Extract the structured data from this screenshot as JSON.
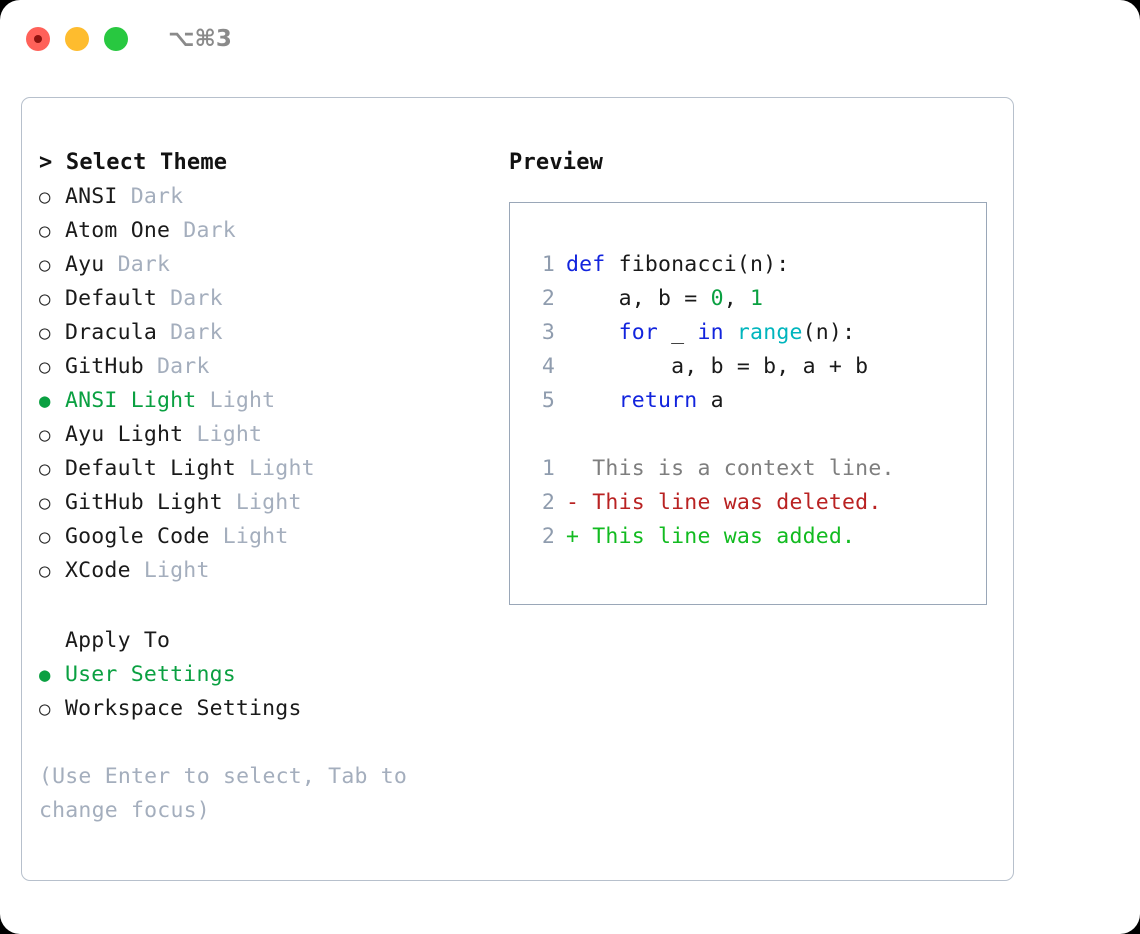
{
  "titlebar": {
    "shortcut": "⌥⌘3",
    "lights": [
      {
        "name": "close",
        "color": "#ff6159"
      },
      {
        "name": "minimize",
        "color": "#febc2e"
      },
      {
        "name": "zoom",
        "color": "#28c840"
      }
    ]
  },
  "theme_panel": {
    "heading": "> Select Theme",
    "items": [
      {
        "marker": "○",
        "name": "ANSI",
        "variant": " Dark",
        "selected": false
      },
      {
        "marker": "○",
        "name": "Atom One",
        "variant": " Dark",
        "selected": false
      },
      {
        "marker": "○",
        "name": "Ayu",
        "variant": " Dark",
        "selected": false
      },
      {
        "marker": "○",
        "name": "Default",
        "variant": " Dark",
        "selected": false
      },
      {
        "marker": "○",
        "name": "Dracula",
        "variant": " Dark",
        "selected": false
      },
      {
        "marker": "○",
        "name": "GitHub",
        "variant": " Dark",
        "selected": false
      },
      {
        "marker": "●",
        "name": "ANSI Light",
        "variant": " Light",
        "selected": true
      },
      {
        "marker": "○",
        "name": "Ayu Light",
        "variant": " Light",
        "selected": false
      },
      {
        "marker": "○",
        "name": "Default Light",
        "variant": " Light",
        "selected": false
      },
      {
        "marker": "○",
        "name": "GitHub Light",
        "variant": " Light",
        "selected": false
      },
      {
        "marker": "○",
        "name": "Google Code",
        "variant": " Light",
        "selected": false
      },
      {
        "marker": "○",
        "name": "XCode",
        "variant": " Light",
        "selected": false
      }
    ]
  },
  "apply_to": {
    "heading": "Apply To",
    "items": [
      {
        "marker": "●",
        "name": "User Settings",
        "selected": true
      },
      {
        "marker": "○",
        "name": "Workspace Settings",
        "selected": false
      }
    ]
  },
  "hint": "(Use Enter to select, Tab to change focus)",
  "preview": {
    "title": "Preview",
    "code_lines": [
      {
        "no": "1",
        "segments": [
          {
            "text": "def ",
            "cls": "tok-kw"
          },
          {
            "text": "fibonacci(n):",
            "cls": ""
          }
        ]
      },
      {
        "no": "2",
        "segments": [
          {
            "text": "    a, b = ",
            "cls": ""
          },
          {
            "text": "0",
            "cls": "tok-num"
          },
          {
            "text": ", ",
            "cls": ""
          },
          {
            "text": "1",
            "cls": "tok-num"
          }
        ]
      },
      {
        "no": "3",
        "segments": [
          {
            "text": "    ",
            "cls": ""
          },
          {
            "text": "for",
            "cls": "tok-kw"
          },
          {
            "text": " _ ",
            "cls": ""
          },
          {
            "text": "in",
            "cls": "tok-kw"
          },
          {
            "text": " ",
            "cls": ""
          },
          {
            "text": "range",
            "cls": "tok-fn"
          },
          {
            "text": "(n):",
            "cls": ""
          }
        ]
      },
      {
        "no": "4",
        "segments": [
          {
            "text": "        a, b = b, a + b",
            "cls": ""
          }
        ]
      },
      {
        "no": "5",
        "segments": [
          {
            "text": "    ",
            "cls": ""
          },
          {
            "text": "return",
            "cls": "tok-kw"
          },
          {
            "text": " a",
            "cls": ""
          }
        ]
      }
    ],
    "diff_lines": [
      {
        "no": "1",
        "kind": "context",
        "text": "  This is a context line."
      },
      {
        "no": "2",
        "kind": "removed",
        "text": "- This line was deleted."
      },
      {
        "no": "2",
        "kind": "added",
        "text": "+ This line was added."
      }
    ]
  }
}
